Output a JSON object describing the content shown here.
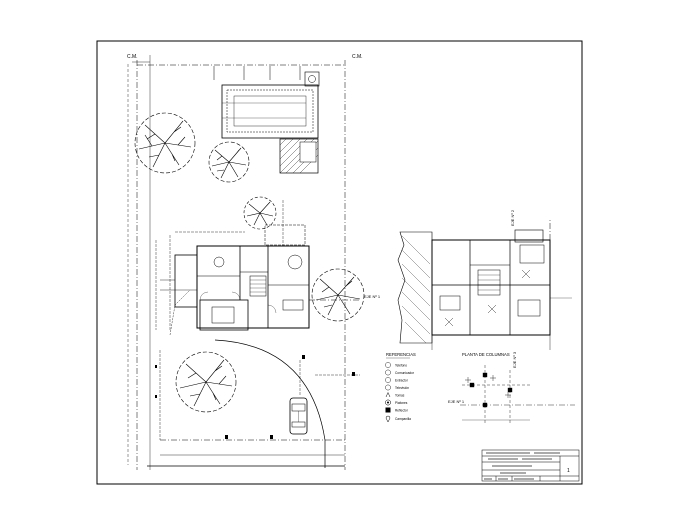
{
  "labels": {
    "cm_left": "C.M.",
    "cm_right": "C.M.",
    "eje_1_site": "EJE Nº 1",
    "eje_1_plan": "EJE Nº 1",
    "eje_2": "EJE Nº 2",
    "eje_3": "EJE Nº 3"
  },
  "legend": {
    "title": "REFERENCIAS",
    "items": [
      {
        "icon": "telephone-symbol",
        "label": "Teléfono"
      },
      {
        "icon": "intercom-symbol",
        "label": "Comunicador"
      },
      {
        "icon": "extractor-symbol",
        "label": "Extractor"
      },
      {
        "icon": "television-symbol",
        "label": "Televisión"
      },
      {
        "icon": "outlet-symbol",
        "label": "Tomas"
      },
      {
        "icon": "ceiling-light-symbol",
        "label": "Plafones"
      },
      {
        "icon": "reflector-symbol",
        "label": "Reflector"
      },
      {
        "icon": "spotlight-symbol",
        "label": "Campanilla"
      }
    ]
  },
  "columns_plan": {
    "title": "PLANTA DE COLUMNAS"
  },
  "title_block": {
    "sheet_number": "1"
  }
}
